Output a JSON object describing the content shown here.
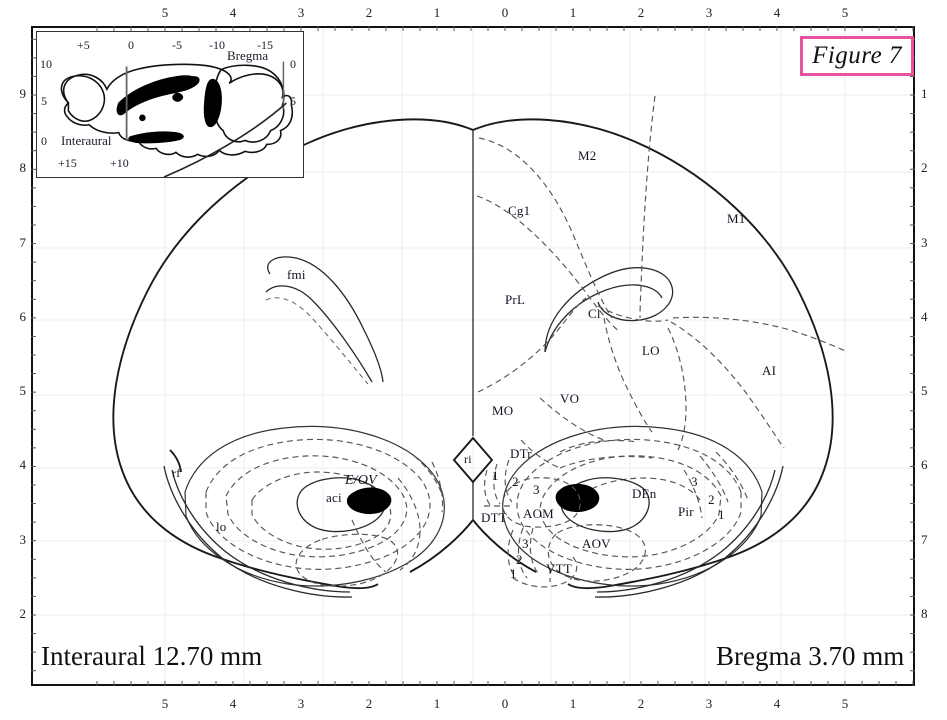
{
  "figure": {
    "label": "Figure 7",
    "border_color": "#e8519b"
  },
  "captions": {
    "left": "Interaural 12.70 mm",
    "right": "Bregma 3.70 mm"
  },
  "axes": {
    "top_ticks": [
      "5",
      "4",
      "3",
      "2",
      "1",
      "0",
      "1",
      "2",
      "3",
      "4",
      "5"
    ],
    "bottom_ticks": [
      "5",
      "4",
      "3",
      "2",
      "1",
      "0",
      "1",
      "2",
      "3",
      "4",
      "5"
    ],
    "left_ticks": [
      "9",
      "8",
      "7",
      "6",
      "5",
      "4",
      "3",
      "2"
    ],
    "right_ticks": [
      "1",
      "2",
      "3",
      "4",
      "5",
      "6",
      "7",
      "8"
    ]
  },
  "inset": {
    "top_labels": [
      "+5",
      "0",
      "-5",
      "-10",
      "-15"
    ],
    "left_labels": [
      "10",
      "5",
      "0"
    ],
    "right_labels": [
      "0",
      "5"
    ],
    "bottom_labels": [
      "+15",
      "+10"
    ],
    "word_interaural": "Interaural",
    "word_bregma": "Bregma"
  },
  "regions": [
    {
      "id": "M2",
      "text": "M2"
    },
    {
      "id": "M1",
      "text": "M1"
    },
    {
      "id": "Cg1",
      "text": "Cg1"
    },
    {
      "id": "PrL",
      "text": "PrL"
    },
    {
      "id": "Cl",
      "text": "Cl"
    },
    {
      "id": "LO",
      "text": "LO"
    },
    {
      "id": "AI",
      "text": "AI"
    },
    {
      "id": "VO",
      "text": "VO"
    },
    {
      "id": "MO",
      "text": "MO"
    },
    {
      "id": "DTr",
      "text": "DTr"
    },
    {
      "id": "DTT",
      "text": "DTT"
    },
    {
      "id": "AOM",
      "text": "AOM"
    },
    {
      "id": "AOV",
      "text": "AOV"
    },
    {
      "id": "VTT",
      "text": "VTT"
    },
    {
      "id": "DEn",
      "text": "DEn"
    },
    {
      "id": "Pir",
      "text": "Pir"
    },
    {
      "id": "ri",
      "text": "ri"
    },
    {
      "id": "rf",
      "text": "rf"
    },
    {
      "id": "lo",
      "text": "lo"
    },
    {
      "id": "aci",
      "text": "aci"
    },
    {
      "id": "fmi",
      "text": "fmi"
    },
    {
      "id": "EOV",
      "text": "E/OV"
    }
  ],
  "layer_numbers": {
    "left_pir_outer": "1",
    "left_pir_mid": "2",
    "left_pir_inner": "3",
    "vtt_1": "1",
    "vtt_2": "2",
    "vtt_3": "3",
    "right_pir_3": "3",
    "right_pir_2": "2",
    "right_pir_1": "1"
  }
}
